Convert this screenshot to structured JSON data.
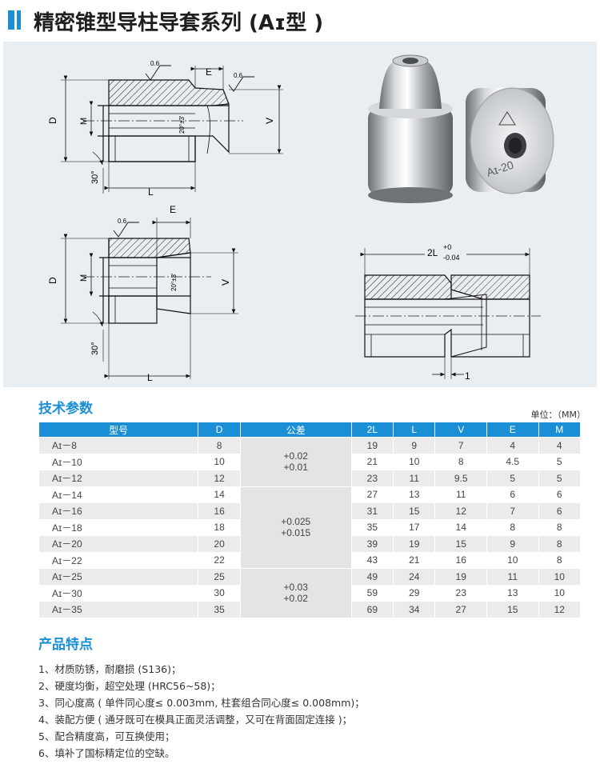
{
  "header": {
    "title": "精密锥型导柱导套系列 (Aɪ型 )"
  },
  "drawings": {
    "top_left": {
      "roughness1": "0.6",
      "roughness2": "0.6",
      "E": "E",
      "D": "D",
      "M": "M",
      "V": "V",
      "L": "L",
      "angle": "20°±3'",
      "chamfer": "30°"
    },
    "bottom_left": {
      "roughness": "0.6",
      "E": "E",
      "D": "D",
      "M": "M",
      "V": "V",
      "L": "L",
      "angle": "20°±3'",
      "chamfer": "30°"
    },
    "right": {
      "length": "2L",
      "tol_plus": "+0",
      "tol_minus": "-0.04",
      "gap": "1"
    }
  },
  "photo": {
    "engraving": "Aɪ-20"
  },
  "specs": {
    "title": "技术参数",
    "unit": "单位：（MM）",
    "headers": [
      "型号",
      "D",
      "公差",
      "2L",
      "L",
      "V",
      "E",
      "M"
    ],
    "rows": [
      {
        "model": "Aɪ－8",
        "D": "8",
        "2L": "19",
        "L": "9",
        "V": "7",
        "E": "4",
        "M": "4"
      },
      {
        "model": "Aɪ－10",
        "D": "10",
        "2L": "21",
        "L": "10",
        "V": "8",
        "E": "4.5",
        "M": "5"
      },
      {
        "model": "Aɪ－12",
        "D": "12",
        "2L": "23",
        "L": "11",
        "V": "9.5",
        "E": "5",
        "M": "5"
      },
      {
        "model": "Aɪ－14",
        "D": "14",
        "2L": "27",
        "L": "13",
        "V": "11",
        "E": "6",
        "M": "6"
      },
      {
        "model": "Aɪ－16",
        "D": "16",
        "2L": "31",
        "L": "15",
        "V": "12",
        "E": "7",
        "M": "6"
      },
      {
        "model": "Aɪ－18",
        "D": "18",
        "2L": "35",
        "L": "17",
        "V": "14",
        "E": "8",
        "M": "8"
      },
      {
        "model": "Aɪ－20",
        "D": "20",
        "2L": "39",
        "L": "19",
        "V": "15",
        "E": "9",
        "M": "8"
      },
      {
        "model": "Aɪ－22",
        "D": "22",
        "2L": "43",
        "L": "21",
        "V": "16",
        "E": "10",
        "M": "8"
      },
      {
        "model": "Aɪ－25",
        "D": "25",
        "2L": "49",
        "L": "24",
        "V": "19",
        "E": "11",
        "M": "10"
      },
      {
        "model": "Aɪ－30",
        "D": "30",
        "2L": "59",
        "L": "29",
        "V": "23",
        "E": "13",
        "M": "10"
      },
      {
        "model": "Aɪ－35",
        "D": "35",
        "2L": "69",
        "L": "34",
        "V": "27",
        "E": "15",
        "M": "12"
      }
    ],
    "tolerances": [
      {
        "plus": "+0.02",
        "minus": "+0.01"
      },
      {
        "plus": "+0.025",
        "minus": "+0.015"
      },
      {
        "plus": "+0.03",
        "minus": "+0.02"
      }
    ]
  },
  "features": {
    "title": "产品特点",
    "items": [
      "1、材质防锈，耐磨损 (S136)；",
      "2、硬度均衡，超空处理 (HRC56~58)；",
      "3、同心度高 ( 单件同心度≤ 0.003mm, 柱套组合同心度≤ 0.008mm)；",
      "4、装配方便 ( 通牙既可在模具正面灵活调整，又可在背面固定连接 )；",
      "5、配合精度高，可互换使用；",
      "6、填补了国标精定位的空缺。"
    ]
  }
}
